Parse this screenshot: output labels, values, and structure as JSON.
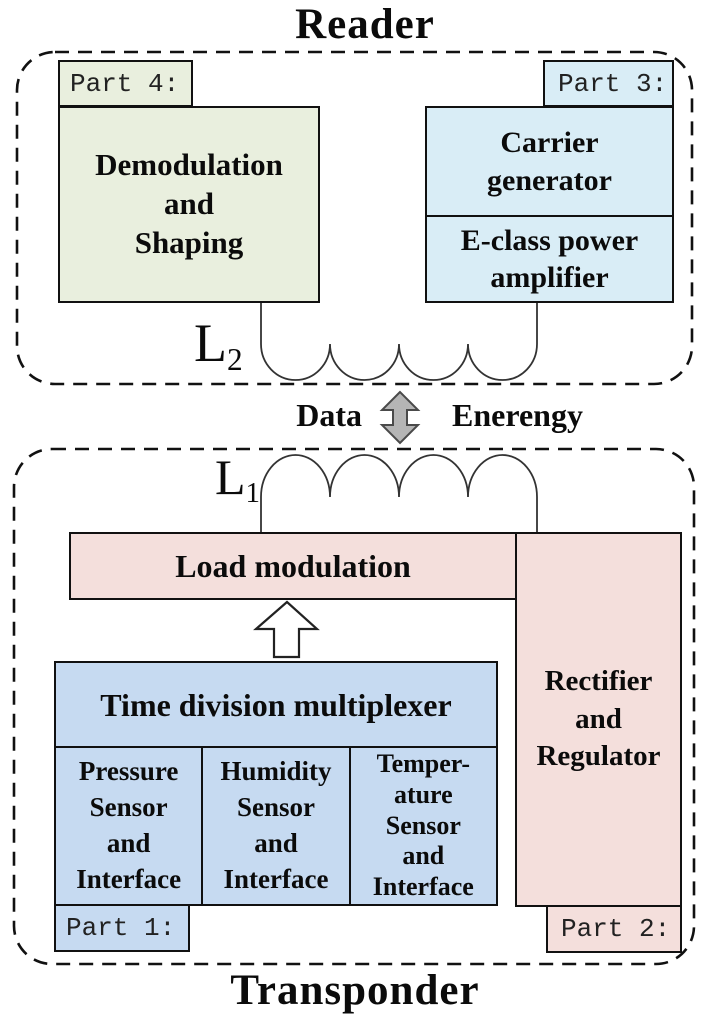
{
  "reader": {
    "title": "Reader",
    "part4_label": "Part 4:",
    "demodulation_label": "Demodulation\nand\nShaping",
    "part3_label": "Part 3:",
    "carrier_label": "Carrier\ngenerator",
    "amplifier_label": "E-class power\namplifier",
    "coil": {
      "symbol": "L",
      "subscript": "2"
    }
  },
  "link": {
    "data_label": "Data",
    "energy_label": "Enerengy"
  },
  "transponder": {
    "title": "Transponder",
    "coil": {
      "symbol": "L",
      "subscript": "1"
    },
    "load_modulation_label": "Load modulation",
    "rectifier_label": "Rectifier\nand\nRegulator",
    "tdm_label": "Time division multiplexer",
    "sensors": [
      "Pressure\nSensor\nand\nInterface",
      "Humidity\nSensor\nand\nInterface",
      "Temper-\nature\nSensor\nand\nInterface"
    ],
    "part1_label": "Part 1:",
    "part2_label": "Part 2:"
  },
  "colors": {
    "green": "#e9efde",
    "reader_blue": "#d9edf6",
    "pink": "#f4dfdc",
    "blue": "#c6daf1",
    "arrow_gray": "#b5b5b5"
  }
}
